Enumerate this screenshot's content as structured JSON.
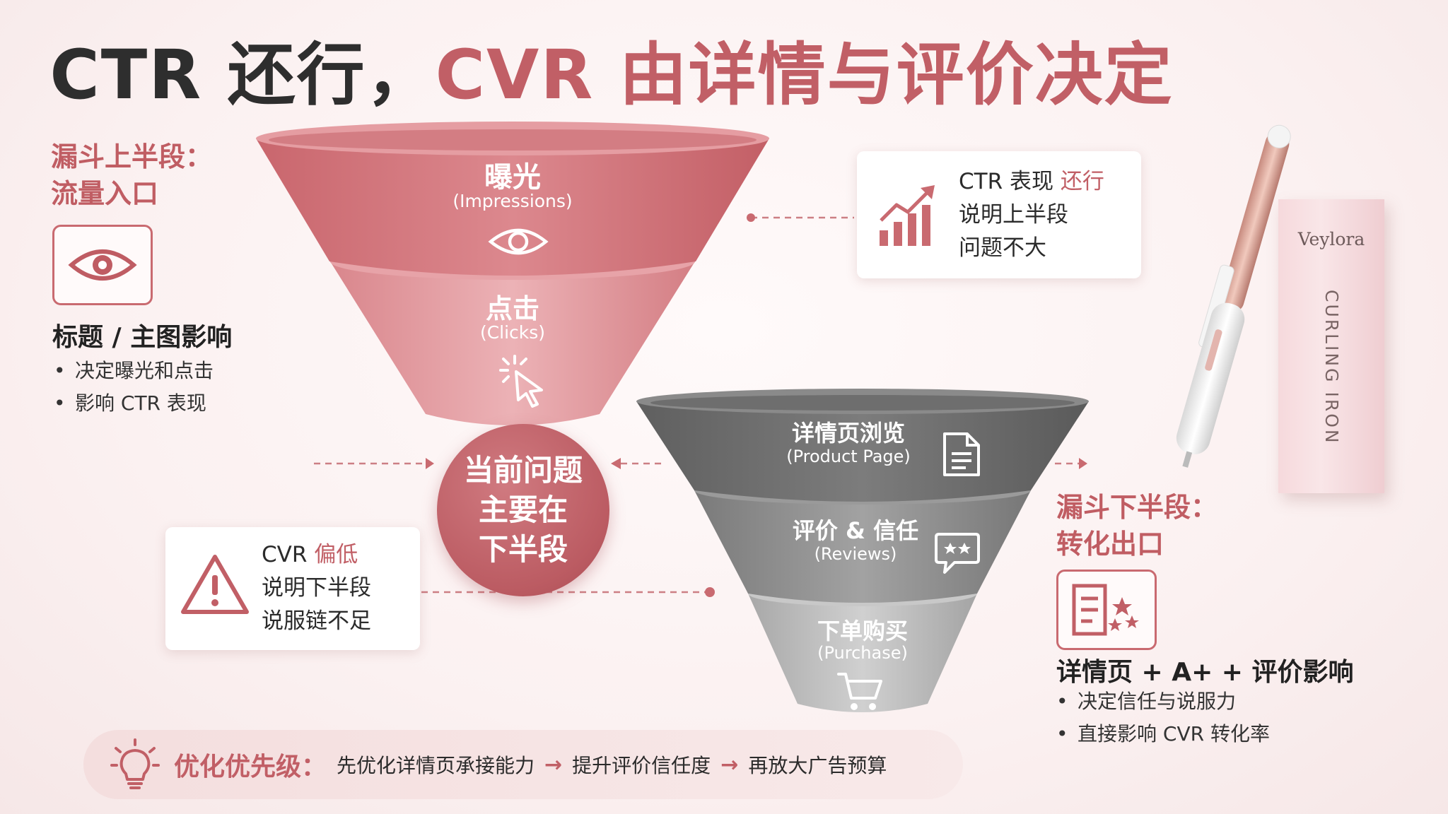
{
  "title": {
    "part1": "CTR 还行，",
    "part2": "CVR 由详情与评价决定"
  },
  "left": {
    "title_line1": "漏斗上半段：",
    "title_line2": "流量入口",
    "icon": "eye-icon",
    "subhead": "标题 / 主图影响",
    "bullets": [
      "决定曝光和点击",
      "影响 CTR 表现"
    ]
  },
  "funnel_top": {
    "stages": [
      {
        "label": "曝光",
        "en": "(Impressions)",
        "icon": "eye-icon"
      },
      {
        "label": "点击",
        "en": "(Clicks)",
        "icon": "cursor-click-icon"
      }
    ]
  },
  "ctr_card": {
    "line1_a": "CTR 表现",
    "line1_b": "还行",
    "line2": "说明上半段",
    "line3": "问题不大",
    "icon": "bar-chart-up-icon"
  },
  "center": {
    "line1": "当前问题",
    "line2": "主要在",
    "line3": "下半段"
  },
  "cvr_card": {
    "line1_a": "CVR",
    "line1_b": "偏低",
    "line2": "说明下半段",
    "line3": "说服链不足",
    "icon": "warning-icon"
  },
  "funnel_bottom": {
    "stages": [
      {
        "label": "详情页浏览",
        "en": "(Product Page)",
        "icon": "document-icon"
      },
      {
        "label": "评价 & 信任",
        "en": "(Reviews)",
        "icon": "chat-stars-icon"
      },
      {
        "label": "下单购买",
        "en": "(Purchase)",
        "icon": "cart-icon"
      }
    ]
  },
  "right": {
    "title_line1": "漏斗下半段：",
    "title_line2": "转化出口",
    "icon": "list-stars-icon",
    "subhead": "详情页 + A+ + 评价影响",
    "bullets": [
      "决定信任与说服力",
      "直接影响 CVR 转化率"
    ]
  },
  "product": {
    "brand": "Veylora",
    "name": "CURLING IRON"
  },
  "priority": {
    "icon": "lightbulb-icon",
    "label": "优化优先级：",
    "steps": [
      "先优化详情页承接能力",
      "提升评价信任度",
      "再放大广告预算"
    ]
  },
  "colors": {
    "accent": "#c15f66",
    "funnel_top": "#d3777e",
    "funnel_bottom": "#6e6e6e"
  }
}
